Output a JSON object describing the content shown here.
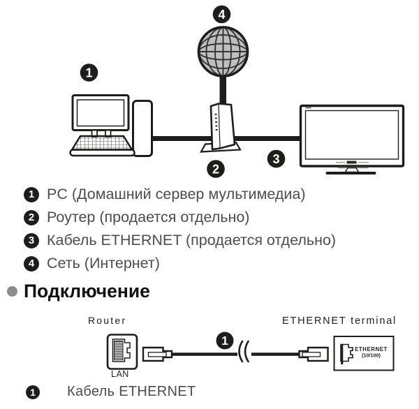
{
  "colors": {
    "ink": "#1d1d1b",
    "text_gray": "#4d4d4d",
    "globe_fill": "#bfbfbf",
    "bullet_gray": "#8c8c8c"
  },
  "top_diagram": {
    "marker_pc": "1",
    "marker_router": "2",
    "marker_cable": "3",
    "marker_internet": "4"
  },
  "legend": {
    "items": [
      {
        "num": "1",
        "label": "PC (Домашний сервер мультимедиа)"
      },
      {
        "num": "2",
        "label": "Роутер (продается отдельно)"
      },
      {
        "num": "3",
        "label": "Кабель ETHERNET (продается отдельно)"
      },
      {
        "num": "4",
        "label": "Сеть (Интернет)"
      }
    ]
  },
  "section": {
    "title": "Подключение"
  },
  "bottom_diagram": {
    "marker_cable": "1",
    "router_label": "Router",
    "terminal_label": "ETHERNET terminal",
    "lan_label": "LAN",
    "port_line1": "ETHERNET",
    "port_line2": "(10/100)"
  },
  "footer": {
    "num": "1",
    "label": "Кабель ETHERNET"
  }
}
